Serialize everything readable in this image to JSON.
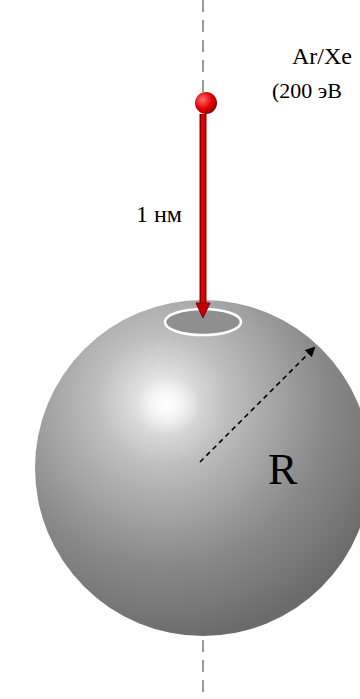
{
  "diagram": {
    "labels": [
      "Ar/Xe",
      "(200 эВ",
      "1 нм",
      "R"
    ]
  }
}
